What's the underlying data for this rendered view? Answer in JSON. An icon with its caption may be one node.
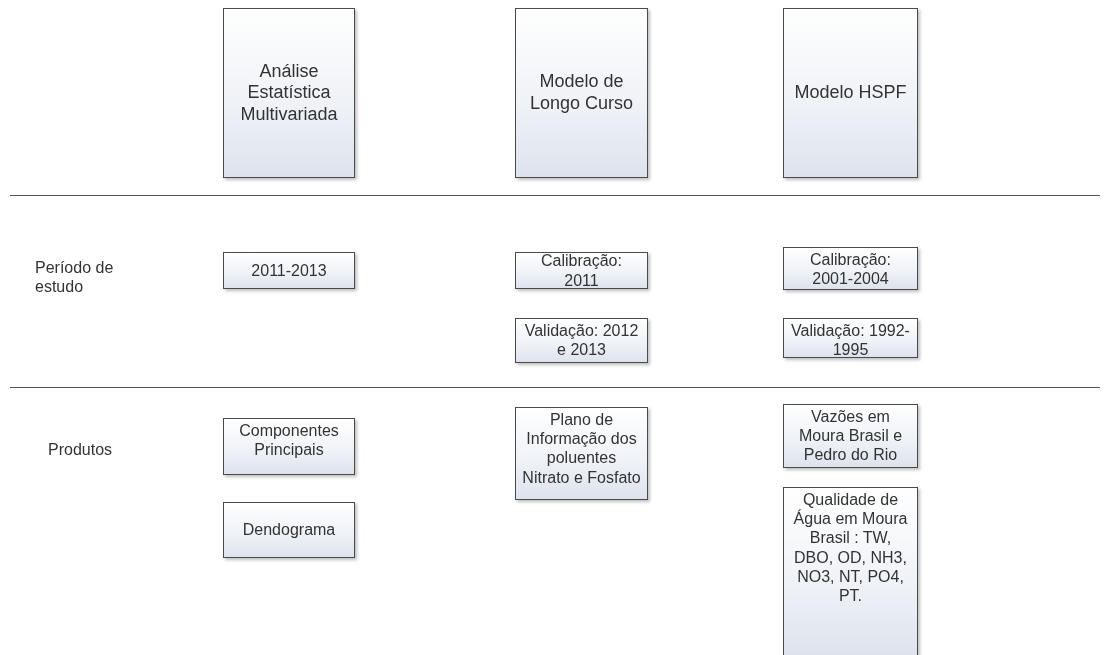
{
  "diagram": {
    "nodes": [
      {
        "text": [
          "Análise Estatística Multivariada"
        ]
      },
      {
        "text": [
          "Modelo de Longo Curso"
        ]
      },
      {
        "text": [
          "Modelo HSPF"
        ]
      },
      {
        "text": [
          "2011-2013"
        ]
      },
      {
        "text": [
          "Calibração: 2011"
        ]
      },
      {
        "text": [
          "Calibração: 2001-2004"
        ]
      },
      {
        "text": [
          "Validação: 2012 e 2013"
        ]
      },
      {
        "text": [
          "Validação: 1992-1995"
        ]
      },
      {
        "text": [
          "Componentes Principais"
        ]
      },
      {
        "text": [
          "Plano de Informação dos poluentes Nitrato e Fosfato"
        ]
      },
      {
        "text": [
          "Vazões em Moura Brasil e Pedro do Rio"
        ]
      },
      {
        "text": [
          "Dendograma"
        ]
      },
      {
        "text": [
          "Qualidade de Água em Moura Brasil : TW, DBO, OD, NH3, NO3, NT, PO4, PT."
        ]
      }
    ],
    "labels": [
      "Período de estudo",
      "Produtos"
    ]
  }
}
